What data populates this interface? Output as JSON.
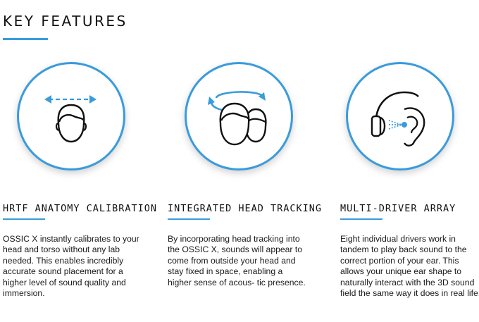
{
  "header": {
    "title": "KEY FEATURES"
  },
  "theme": {
    "accent": "#3a9bdc",
    "text": "#1a1a1a"
  },
  "features": [
    {
      "icon": "head-calibration-icon",
      "title": "HRTF ANATOMY CALIBRATION",
      "description": "OSSIC X instantly calibrates to your head and torso without any lab needed. This enables incredibly accurate sound placement for a higher level of sound quality and immersion."
    },
    {
      "icon": "head-tracking-icon",
      "title": "INTEGRATED HEAD TRACKING",
      "description": "By incorporating head tracking into the OSSIC X, sounds will appear to come from outside your head and stay fixed in space, enabling a higher sense of acous- tic presence."
    },
    {
      "icon": "headphone-ear-icon",
      "title": "MULTI-DRIVER ARRAY",
      "description": "Eight individual drivers work in tandem to play back sound to the correct portion of your ear. This allows your unique ear shape to naturally interact with the 3D sound field the same way it does in real life."
    }
  ]
}
